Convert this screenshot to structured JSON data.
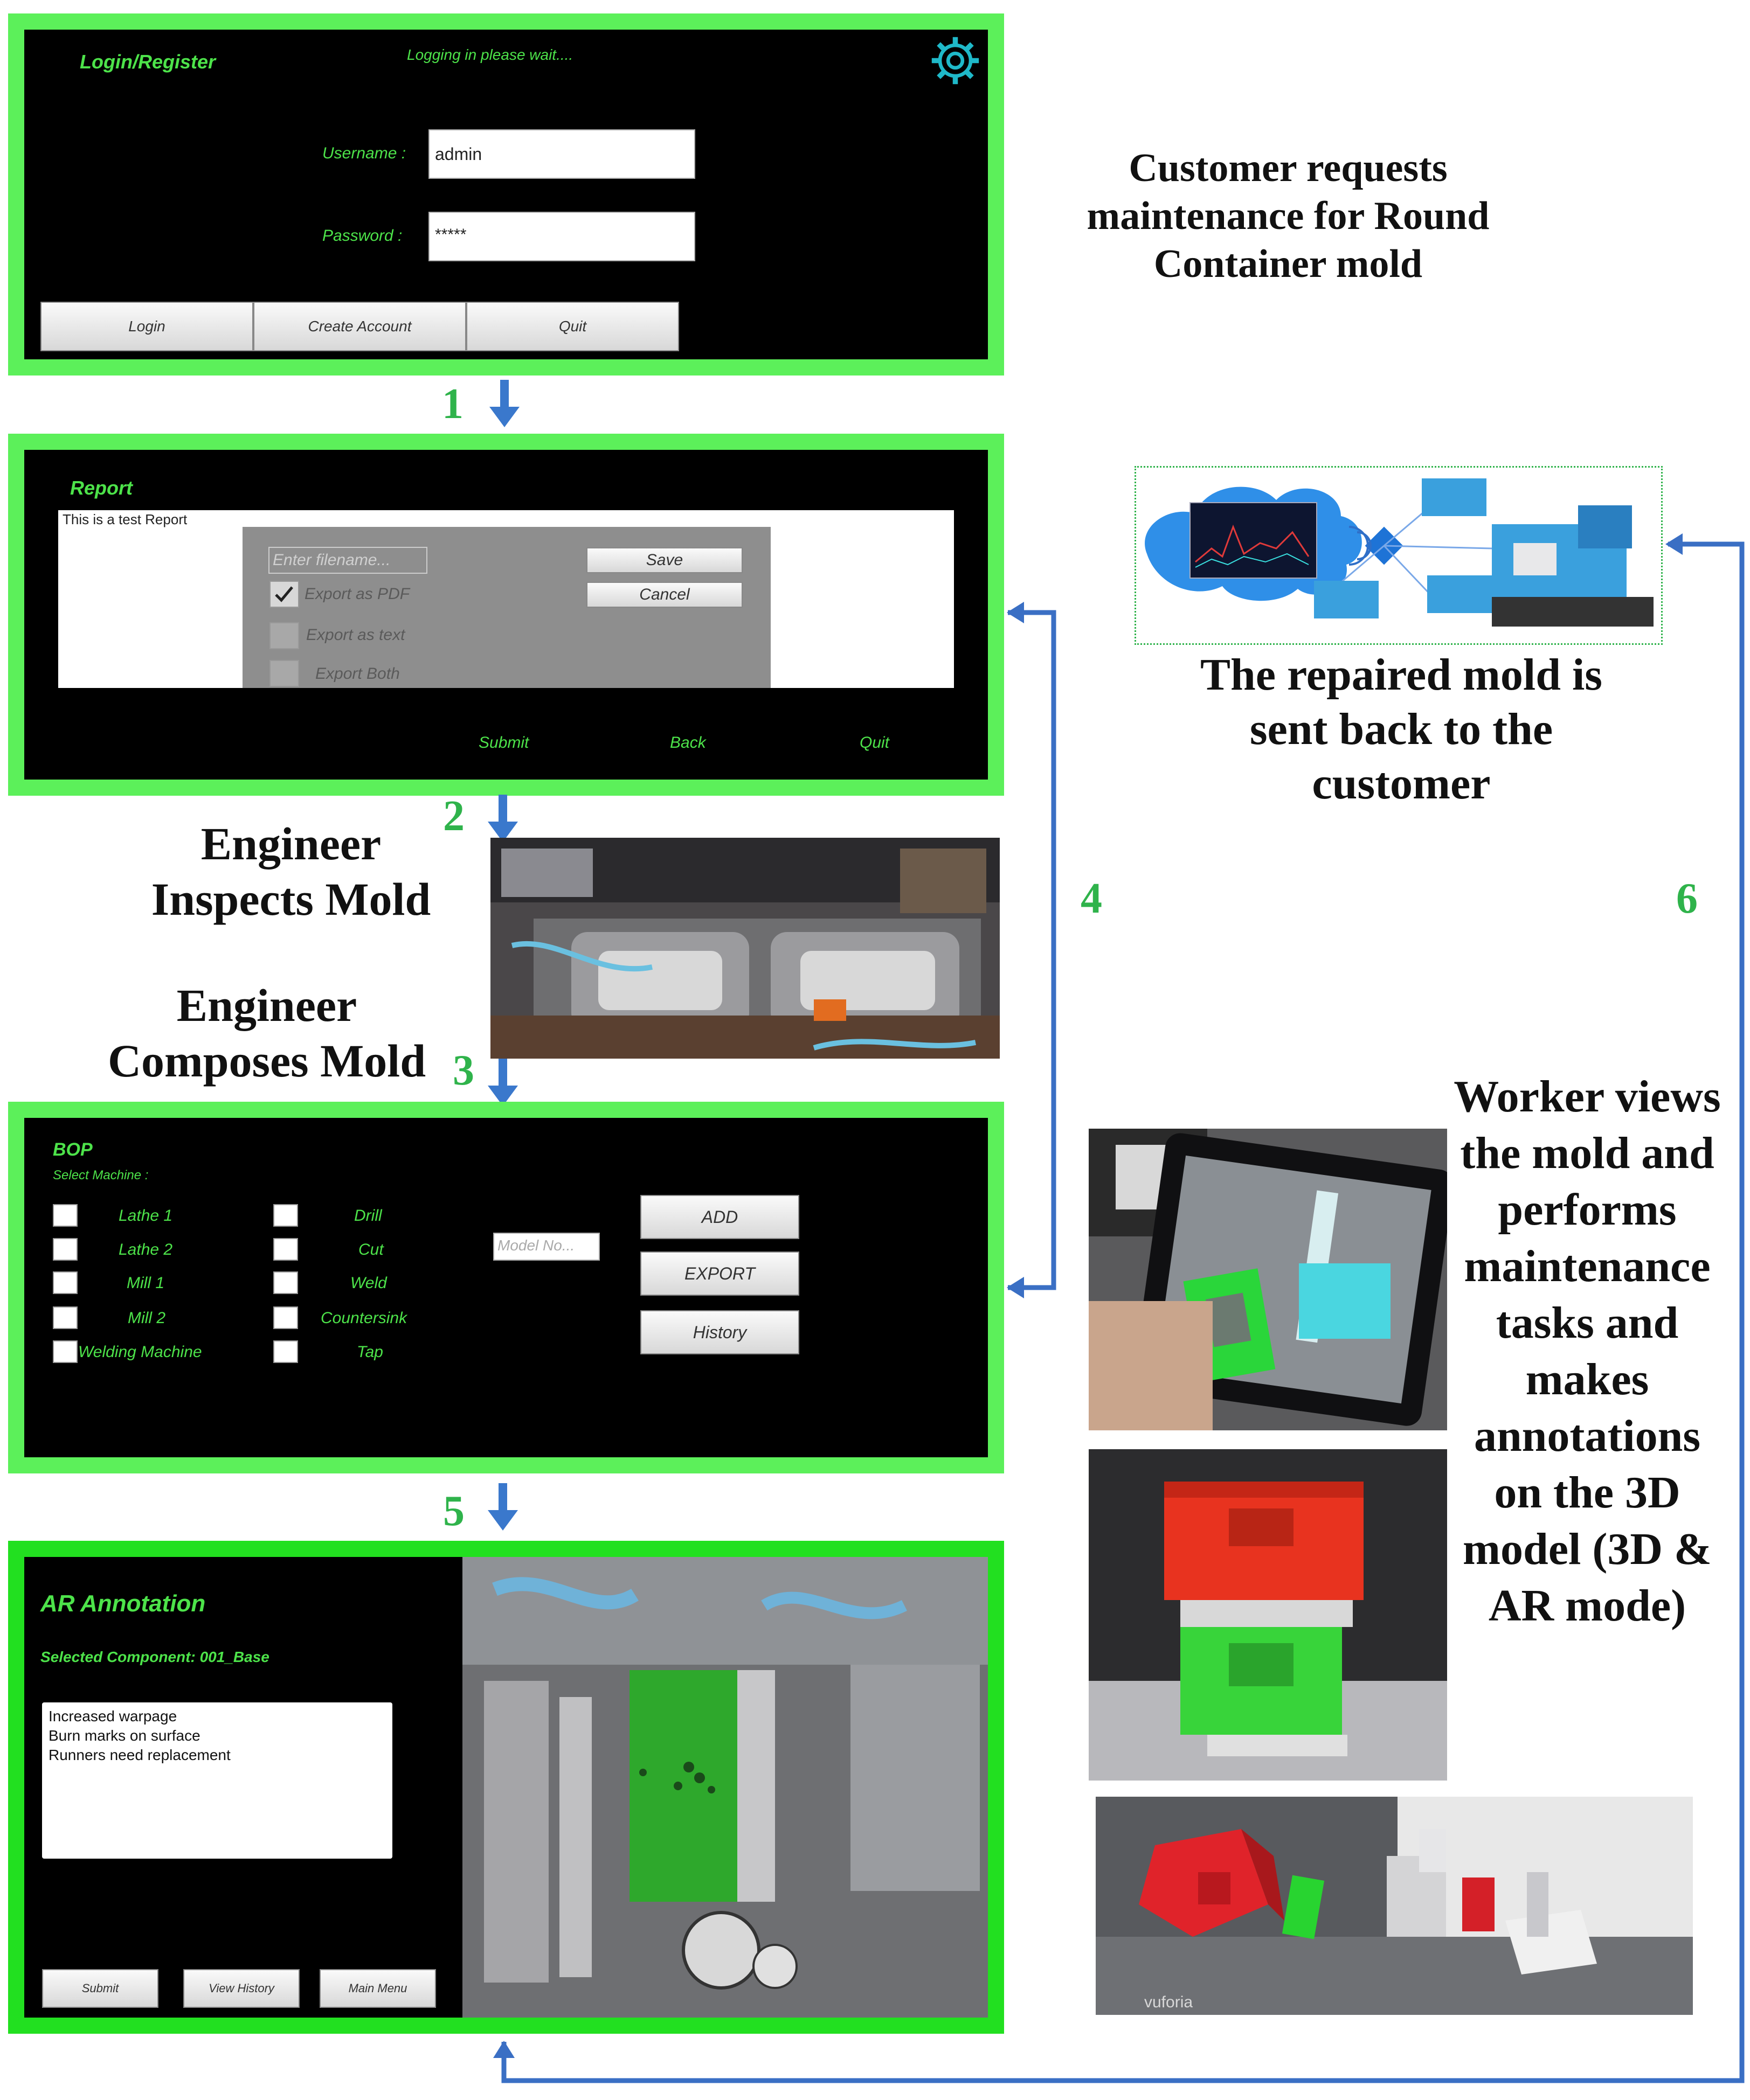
{
  "login": {
    "title": "Login/Register",
    "status": "Logging in please wait....",
    "username_label": "Username :",
    "username_value": "admin",
    "password_label": "Password :",
    "password_value": "*****",
    "buttons": [
      "Login",
      "Create Account",
      "Quit"
    ]
  },
  "report": {
    "title": "Report",
    "text": "This is a test Report",
    "filename_placeholder": "Enter filename...",
    "save": "Save",
    "cancel": "Cancel",
    "options": [
      "Export as PDF",
      "Export as text",
      "Export Both"
    ],
    "footer": [
      "Submit",
      "Back",
      "Quit"
    ]
  },
  "bop": {
    "title": "BOP",
    "subtitle": "Select Machine :",
    "col1": [
      "Lathe 1",
      "Lathe 2",
      "Mill 1",
      "Mill 2",
      "Welding Machine"
    ],
    "col2": [
      "Drill",
      "Cut",
      "Weld",
      "Countersink",
      "Tap"
    ],
    "model_placeholder": "Model No...",
    "buttons": [
      "ADD",
      "EXPORT",
      "History"
    ]
  },
  "ar": {
    "title": "AR Annotation",
    "selected": "Selected Component: 001_Base",
    "notes": [
      "Increased warpage",
      "Burn marks on surface",
      "Runners need replacement"
    ],
    "buttons": [
      "Submit",
      "View History",
      "Main Menu"
    ]
  },
  "labels": {
    "customer": "Customer requests maintenance for Round Container mold",
    "repaired": "The repaired mold is sent back to the customer",
    "inspects": "Engineer Inspects Mold",
    "composes": "Engineer Composes Mold",
    "worker": "Worker views the mold and performs maintenance tasks and makes annotations on the 3D model (3D & AR mode)"
  },
  "steps": [
    "1",
    "2",
    "3",
    "4",
    "5",
    "6"
  ],
  "photo_text": {
    "vuforia": "vuforia"
  },
  "colors": {
    "panel_border": "#5cf05a",
    "ui_green": "#4de34a",
    "step_green": "#2fb34b",
    "arrow_blue": "#3a6fc4"
  }
}
